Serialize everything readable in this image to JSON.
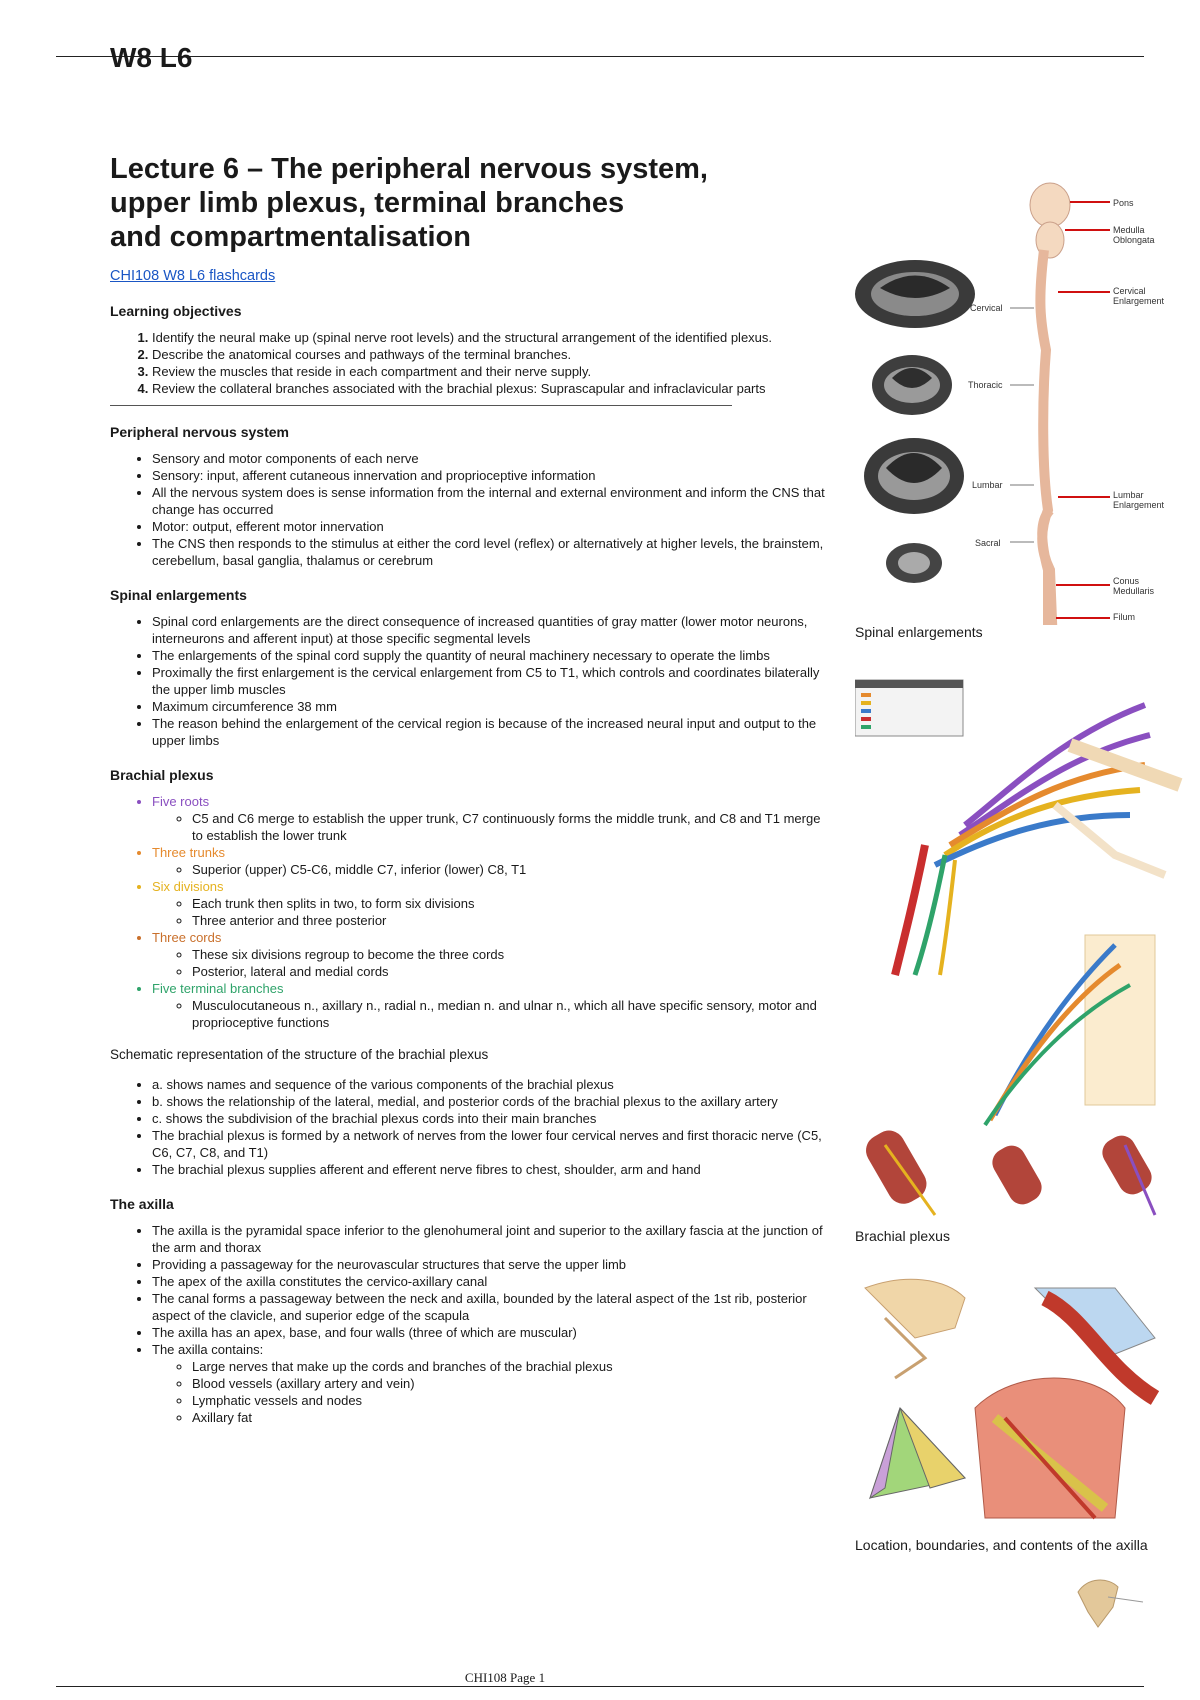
{
  "page_label": "W8 L6",
  "title": "Lecture 6 – The peripheral nervous system, upper limb plexus, terminal branches and compartmentalisation",
  "flashcards_link": "CHI108 W8 L6 flashcards",
  "learning_objectives": {
    "heading": "Learning objectives",
    "items": [
      "Identify the neural make up (spinal nerve root levels) and the structural arrangement of the identified plexus.",
      "Describe the anatomical courses and pathways of the terminal branches.",
      "Review the muscles that reside in each compartment and their nerve supply.",
      "Review the collateral branches associated with the brachial plexus: Suprascapular and infraclavicular parts"
    ]
  },
  "pns": {
    "heading": "Peripheral nervous system",
    "items": [
      "Sensory and motor components of each nerve",
      "Sensory: input, afferent cutaneous innervation and proprioceptive information",
      "All the nervous system does is sense information from the internal and external environment and inform the CNS that change has occurred",
      "Motor: output, efferent motor innervation",
      "The CNS then responds to the stimulus at either the cord level (reflex) or alternatively at higher levels, the brainstem, cerebellum, basal ganglia, thalamus or cerebrum"
    ]
  },
  "enlargements": {
    "heading": "Spinal enlargements",
    "items": [
      "Spinal cord enlargements are the direct consequence of increased quantities of gray matter (lower motor neurons, interneurons and afferent input) at those specific segmental levels",
      "The enlargements of the spinal cord supply the quantity of neural machinery necessary to operate the limbs",
      "Proximally the first enlargement is the cervical enlargement from C5 to T1, which controls and coordinates bilaterally the upper limb muscles",
      "Maximum circumference 38 mm",
      "The reason behind the enlargement of the cervical region is because of the increased neural input and output to the upper limbs"
    ]
  },
  "plexus": {
    "heading": "Brachial plexus",
    "groups": [
      {
        "label": "Five roots",
        "subs": [
          "C5 and C6 merge to establish the upper trunk, C7 continuously forms the middle trunk, and C8 and T1 merge to establish the lower trunk"
        ]
      },
      {
        "label": "Three trunks",
        "subs": [
          "Superior (upper) C5-C6, middle C7, inferior (lower) C8, T1"
        ]
      },
      {
        "label": "Six divisions",
        "subs": [
          "Each trunk then splits in two, to form six divisions",
          "Three anterior and three posterior"
        ]
      },
      {
        "label": "Three cords",
        "subs": [
          "These six divisions regroup to become the three cords",
          "Posterior, lateral and medial cords"
        ]
      },
      {
        "label": "Five terminal branches",
        "subs": [
          "Musculocutaneous n., axillary n., radial n., median n. and ulnar n., which all have specific sensory, motor and proprioceptive functions"
        ]
      }
    ],
    "colors": [
      "#8a4fc0",
      "#e58a2e",
      "#e5b21f",
      "#c9702c",
      "#2fa36a"
    ]
  },
  "schematic": {
    "line": "Schematic representation of the structure of the brachial plexus",
    "items": [
      "a. shows names and sequence of the various components of the brachial plexus",
      "b. shows the relationship of the lateral, medial, and posterior cords of the brachial plexus to the axillary artery",
      "c. shows the subdivision of the brachial plexus cords into their main branches",
      "The brachial plexus is formed by a network of nerves from the lower four cervical nerves and first thoracic nerve (C5, C6, C7, C8, and T1)",
      "The brachial plexus supplies afferent and efferent nerve fibres to chest, shoulder, arm and hand"
    ]
  },
  "axilla": {
    "heading": "The axilla",
    "items": [
      "The axilla is the pyramidal space inferior to the glenohumeral joint and superior to the axillary fascia at the junction of the arm and thorax",
      "Providing a passageway for the neurovascular structures that serve the upper limb",
      "The apex of the axilla constitutes the cervico-axillary canal",
      "The canal forms a passageway between the neck and axilla, bounded by the lateral aspect of the 1st rib, posterior aspect of the clavicle, and superior edge of the scapula",
      "The axilla has an apex, base, and four walls (three of which are muscular)",
      "The axilla contains:"
    ],
    "contains": [
      "Large nerves that make up the cords and branches of the brachial plexus",
      "Blood vessels (axillary artery and vein)",
      "Lymphatic vessels and nodes",
      "Axillary fat"
    ]
  },
  "figures": {
    "spinal": {
      "caption": "Spinal enlargements",
      "labels": [
        "Pons",
        "Medulla Oblongata",
        "Cervical Enlargement",
        "Lumbar Enlargement",
        "Conus Medullaris",
        "Filum",
        "Cervical",
        "Thoracic",
        "Lumbar",
        "Sacral"
      ]
    },
    "plexus_caption": "Brachial plexus",
    "axilla_caption": "Location, boundaries, and contents of the axilla"
  },
  "footer": "CHI108 Page 1"
}
